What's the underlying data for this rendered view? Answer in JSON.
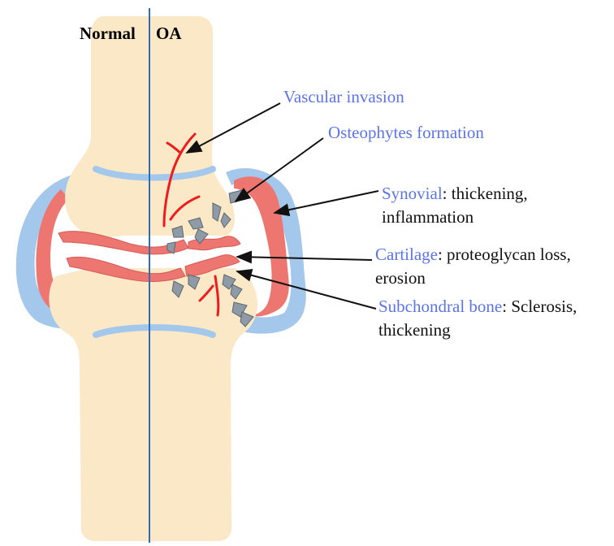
{
  "headers": {
    "normal": "Normal",
    "oa": "OA"
  },
  "labels": {
    "vascular": "Vascular invasion",
    "osteophytes": "Osteophytes formation",
    "synovial_term": "Synovial",
    "synovial_desc_1": ": thickening,",
    "synovial_desc_2": "inflammation",
    "cartilage_term": "Cartilage",
    "cartilage_desc_1": ":  proteoglycan loss,",
    "cartilage_desc_2": "erosion",
    "subchondral_term": "Subchondral bone",
    "subchondral_desc_1": ": Sclerosis,",
    "subchondral_desc_2": "thickening"
  },
  "colors": {
    "bone": "#fbe8c6",
    "capsule": "#a4c8ec",
    "synovium": "#ee7670",
    "vessel": "#ee1c1c",
    "osteophyte": "#8e9ba6",
    "midline": "#2f6db5",
    "term_text": "#5b74e8",
    "desc_text": "#111111"
  }
}
